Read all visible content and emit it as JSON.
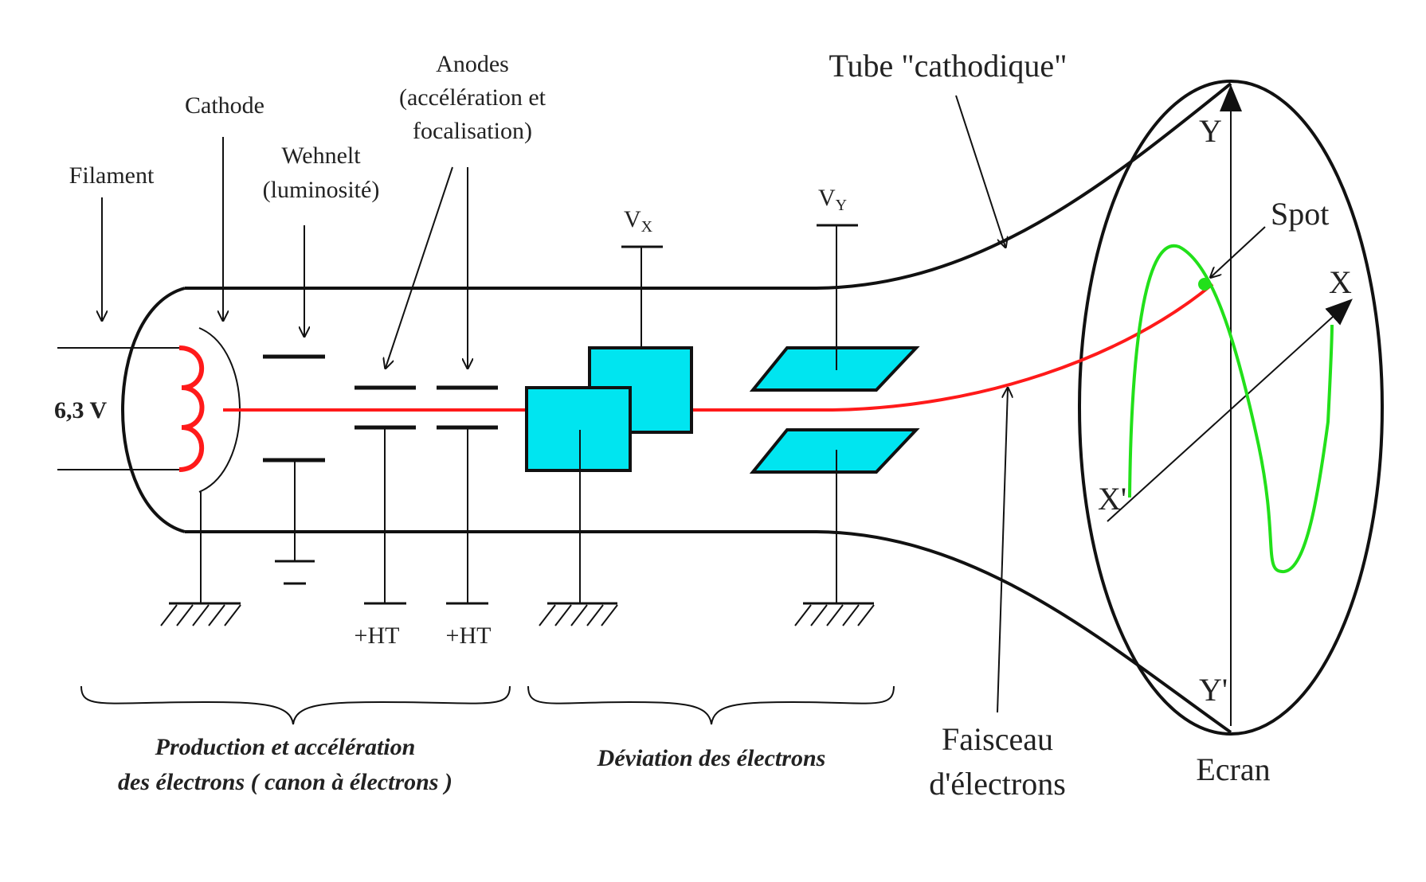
{
  "labels": {
    "filament": "Filament",
    "cathode": "Cathode",
    "wehnelt_line1": "Wehnelt",
    "wehnelt_line2": "(luminosité)",
    "anodes_line1": "Anodes",
    "anodes_line2": "(accélération et",
    "anodes_line3": "focalisation)",
    "tube": "Tube \"cathodique\"",
    "vx": "V",
    "vx_sub": "X",
    "vy": "V",
    "vy_sub": "Y",
    "spot": "Spot",
    "axis_y": "Y",
    "axis_y_prime": "Y'",
    "axis_x": "X",
    "axis_x_prime": "X'",
    "voltage": "6,3 V",
    "ht1": "+HT",
    "ht2": "+HT",
    "beam_line1": "Faisceau",
    "beam_line2": "d'électrons",
    "screen": "Ecran",
    "production_line1": "Production et accélération",
    "production_line2": "des électrons ( canon à électrons )",
    "deviation": "Déviation des électrons"
  },
  "colors": {
    "outline": "#111111",
    "beam": "#ff1a1a",
    "filament": "#ff1a1a",
    "plates": "#00e5f0",
    "trace": "#22e01a",
    "spot": "#22e01a"
  }
}
